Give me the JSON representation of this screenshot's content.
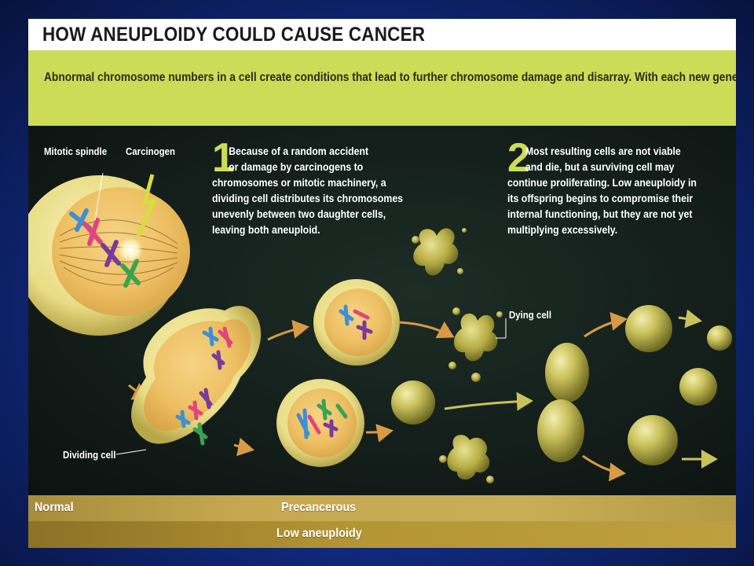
{
  "title": "HOW ANEUPLOIDY COULD CAUSE CANCER",
  "subtitle": "Abnormal chromosome numbers in a cell create conditions that lead to further chromosome damage and disarray. With each new generation,",
  "labels": {
    "mitotic_spindle": "Mitotic spindle",
    "carcinogen": "Carcinogen",
    "dividing_cell": "Dividing cell",
    "dying_cell": "Dying cell"
  },
  "steps": [
    {
      "number": "1",
      "lines": [
        "Because of a random accident",
        "or damage by carcinogens to",
        "chromosomes or mitotic machinery, a",
        "dividing cell distributes its chromosomes",
        "unevenly between two daughter cells,",
        "leaving both aneuploid."
      ]
    },
    {
      "number": "2",
      "lines": [
        "Most resulting cells are not viable",
        "and die, but a surviving cell may",
        "continue proliferating. Low aneuploidy in",
        "its offspring begins to compromise their",
        "internal functioning, but they are not yet",
        "multiplying excessively."
      ]
    }
  ],
  "stages": {
    "normal": "Normal",
    "precancerous": "Precancerous",
    "low_aneuploidy": "Low aneuploidy"
  },
  "colors": {
    "accent": "#cddc57",
    "panel": "#111a17",
    "cell_fill": "#f0c66a",
    "stage_bar": "#c5a850"
  }
}
